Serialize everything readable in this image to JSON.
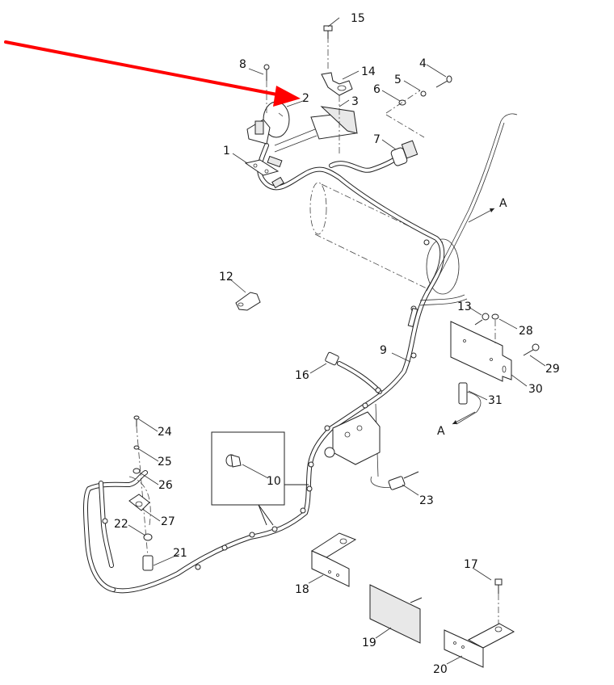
{
  "diagram": {
    "type": "exploded parts diagram",
    "highlight_arrow": {
      "color": "#ff0000",
      "points_to": "2"
    },
    "callouts": [
      {
        "id": "c1",
        "label": "1"
      },
      {
        "id": "c2",
        "label": "2"
      },
      {
        "id": "c3",
        "label": "3"
      },
      {
        "id": "c4",
        "label": "4"
      },
      {
        "id": "c5",
        "label": "5"
      },
      {
        "id": "c6",
        "label": "6"
      },
      {
        "id": "c7",
        "label": "7"
      },
      {
        "id": "c8",
        "label": "8"
      },
      {
        "id": "c9",
        "label": "9"
      },
      {
        "id": "c10",
        "label": "10"
      },
      {
        "id": "c12",
        "label": "12"
      },
      {
        "id": "c13",
        "label": "13"
      },
      {
        "id": "c14",
        "label": "14"
      },
      {
        "id": "c15",
        "label": "15"
      },
      {
        "id": "c16",
        "label": "16"
      },
      {
        "id": "c17",
        "label": "17"
      },
      {
        "id": "c18",
        "label": "18"
      },
      {
        "id": "c19",
        "label": "19"
      },
      {
        "id": "c20",
        "label": "20"
      },
      {
        "id": "c21",
        "label": "21"
      },
      {
        "id": "c22",
        "label": "22"
      },
      {
        "id": "c23",
        "label": "23"
      },
      {
        "id": "c24",
        "label": "24"
      },
      {
        "id": "c25",
        "label": "25"
      },
      {
        "id": "c26",
        "label": "26"
      },
      {
        "id": "c27",
        "label": "27"
      },
      {
        "id": "c28",
        "label": "28"
      },
      {
        "id": "c29",
        "label": "29"
      },
      {
        "id": "c30",
        "label": "30"
      },
      {
        "id": "c31",
        "label": "31"
      }
    ],
    "connector_refs": [
      {
        "id": "refA1",
        "label": "A"
      },
      {
        "id": "refA2",
        "label": "A"
      }
    ]
  }
}
